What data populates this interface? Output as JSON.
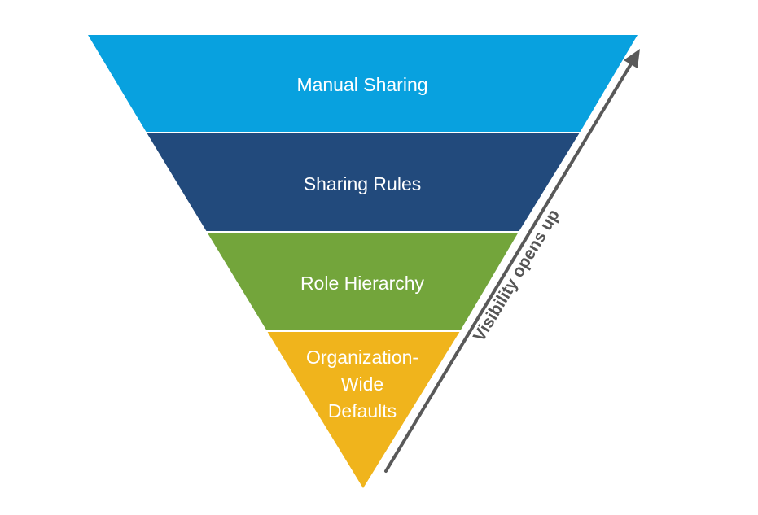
{
  "layers": [
    {
      "label": "Manual Sharing",
      "color": "#08a1df"
    },
    {
      "label": "Sharing Rules",
      "color": "#224a7c"
    },
    {
      "label": "Role Hierarchy",
      "color": "#73a53b"
    },
    {
      "label_lines": [
        "Organization-",
        "Wide",
        "Defaults"
      ],
      "color": "#f0b41c"
    }
  ],
  "arrow": {
    "label": "Visibility opens up",
    "color": "#595959",
    "direction": "up"
  }
}
